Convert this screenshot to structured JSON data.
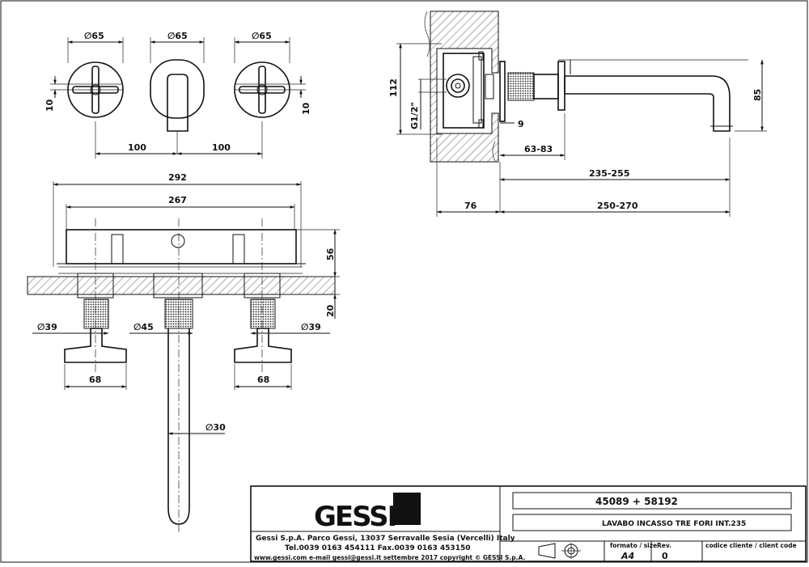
{
  "front_top": {
    "diam_left": "∅65",
    "diam_center": "∅65",
    "diam_right": "∅65",
    "offset_left": "10",
    "offset_right": "10",
    "spacing_left": "100",
    "spacing_right": "100"
  },
  "side": {
    "h_112": "112",
    "thread": "G1/2\"",
    "gap_9": "9",
    "range_63_83": "63-83",
    "range_235_255": "235-255",
    "depth_76": "76",
    "range_250_270": "250-270",
    "drop_85": "85"
  },
  "plan": {
    "width_292": "292",
    "width_267": "267",
    "height_56": "56",
    "height_20": "20",
    "diam_39_left": "∅39",
    "diam_45": "∅45",
    "diam_39_right": "∅39",
    "handle_68_left": "68",
    "handle_68_right": "68",
    "spout_30": "∅30"
  },
  "title_block": {
    "brand": "GESSI",
    "company_line1": "Gessi S.p.A. Parco Gessi, 13037 Serravalle Sesia (Vercelli) Italy",
    "company_line2": "Tel.0039 0163 454111 Fax.0039 0163 453150",
    "company_line3": "www.gessi.com e-mail gessi@gessi.it settembre 2017 copyright © GESSI S.p.A.",
    "code": "45089 + 58192",
    "description": "LAVABO INCASSO TRE FORI INT.235",
    "format_label": "formato / size",
    "format_value": "A4",
    "rev_label": "Rev.",
    "rev_value": "0",
    "client_code_label": "codice cliente / client code"
  }
}
